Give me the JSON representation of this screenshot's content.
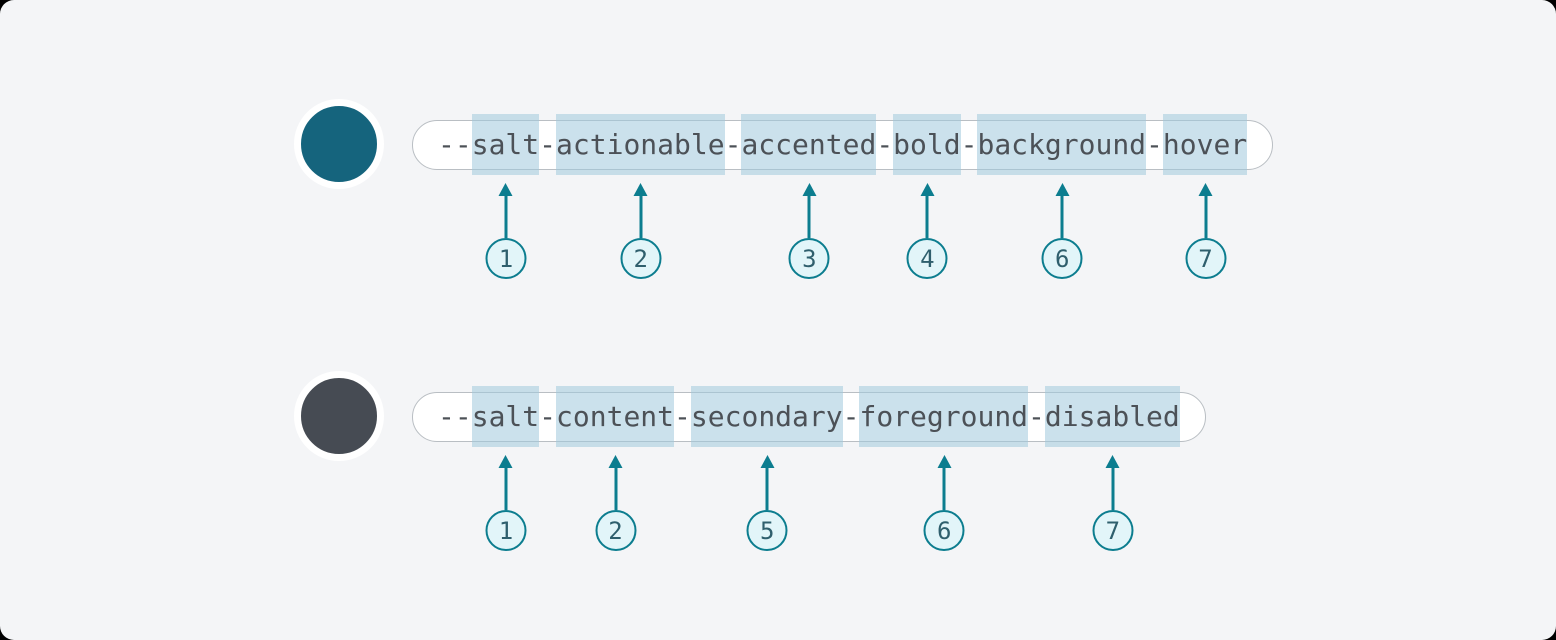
{
  "colors": {
    "canvas-bg": "#f4f5f7",
    "page-outside": "#000000",
    "pill-bg": "#ffffff",
    "pill-border": "#b9bec3",
    "token-text": "#4c5157",
    "highlight": "rgba(160, 200, 221, 0.55)",
    "accent": "#0c7d8f",
    "badge-fill": "#e2f5f9",
    "badge-number": "#2f5f6d",
    "swatch-ring": "#ffffff"
  },
  "rows": [
    {
      "token": "--salt-actionable-accented-bold-background-hover",
      "swatch_color": "#15647d",
      "callout_numbers": [
        "1",
        "2",
        "3",
        "4",
        "6",
        "7"
      ],
      "segments": [
        {
          "text": "--",
          "highlighted": false
        },
        {
          "text": "salt",
          "highlighted": true,
          "callout": "1"
        },
        {
          "text": "-",
          "highlighted": false
        },
        {
          "text": "actionable",
          "highlighted": true,
          "callout": "2"
        },
        {
          "text": "-",
          "highlighted": false
        },
        {
          "text": "accented",
          "highlighted": true,
          "callout": "3"
        },
        {
          "text": "-",
          "highlighted": false
        },
        {
          "text": "bold",
          "highlighted": true,
          "callout": "4"
        },
        {
          "text": "-",
          "highlighted": false
        },
        {
          "text": "background",
          "highlighted": true,
          "callout": "6"
        },
        {
          "text": "-",
          "highlighted": false
        },
        {
          "text": "hover",
          "highlighted": true,
          "callout": "7"
        }
      ]
    },
    {
      "token": "--salt-content-secondary-foreground-disabled",
      "swatch_color": "#464b53",
      "callout_numbers": [
        "1",
        "2",
        "5",
        "6",
        "7"
      ],
      "segments": [
        {
          "text": "--",
          "highlighted": false
        },
        {
          "text": "salt",
          "highlighted": true,
          "callout": "1"
        },
        {
          "text": "-",
          "highlighted": false
        },
        {
          "text": "content",
          "highlighted": true,
          "callout": "2"
        },
        {
          "text": "-",
          "highlighted": false
        },
        {
          "text": "secondary",
          "highlighted": true,
          "callout": "5"
        },
        {
          "text": "-",
          "highlighted": false
        },
        {
          "text": "foreground",
          "highlighted": true,
          "callout": "6"
        },
        {
          "text": "-",
          "highlighted": false
        },
        {
          "text": "disabled",
          "highlighted": true,
          "callout": "7"
        }
      ]
    }
  ]
}
